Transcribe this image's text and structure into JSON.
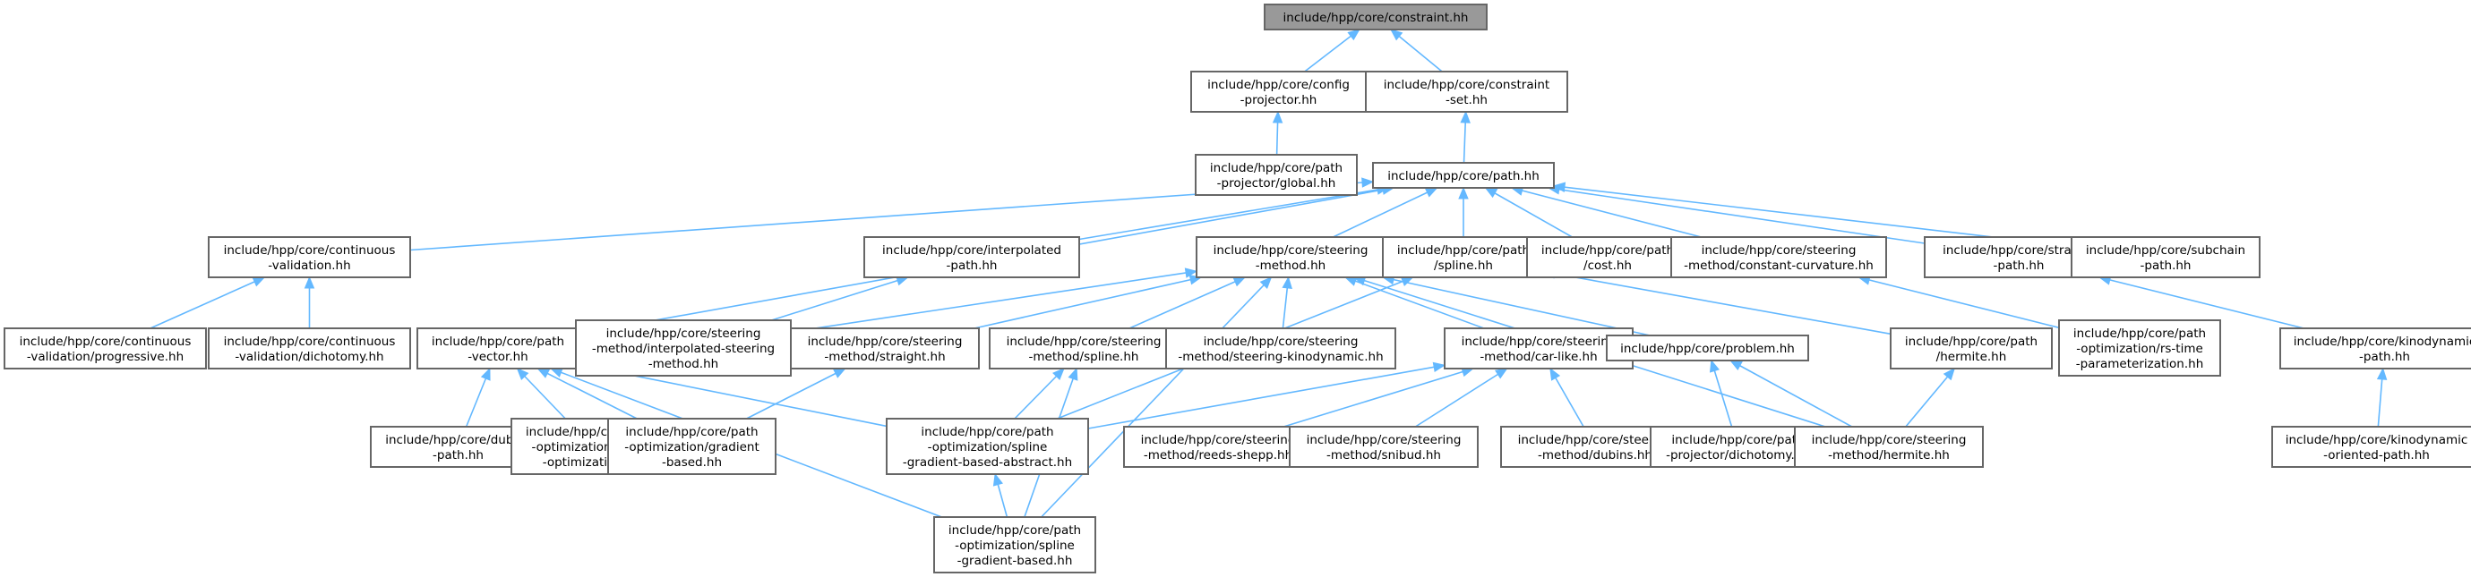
{
  "diagram": {
    "title": "include/hpp/core/constraint.hh",
    "colors": {
      "edge": "#63b8ff",
      "node_border": "#666666",
      "root_fill": "#999999",
      "node_fill": "#ffffff"
    },
    "nodes": [
      {
        "id": "constraint",
        "lines": [
          "include/hpp/core/constraint.hh"
        ],
        "root": true
      },
      {
        "id": "config-projector",
        "lines": [
          "include/hpp/core/config",
          "-projector.hh"
        ]
      },
      {
        "id": "constraint-set",
        "lines": [
          "include/hpp/core/constraint",
          "-set.hh"
        ]
      },
      {
        "id": "path-projector-global",
        "lines": [
          "include/hpp/core/path",
          "-projector/global.hh"
        ]
      },
      {
        "id": "path",
        "lines": [
          "include/hpp/core/path.hh"
        ]
      },
      {
        "id": "continuous-validation",
        "lines": [
          "include/hpp/core/continuous",
          "-validation.hh"
        ]
      },
      {
        "id": "interpolated-path",
        "lines": [
          "include/hpp/core/interpolated",
          "-path.hh"
        ]
      },
      {
        "id": "steering-method",
        "lines": [
          "include/hpp/core/steering",
          "-method.hh"
        ]
      },
      {
        "id": "path-spline",
        "lines": [
          "include/hpp/core/path",
          "/spline.hh"
        ]
      },
      {
        "id": "path-cost",
        "lines": [
          "include/hpp/core/path",
          "/cost.hh"
        ]
      },
      {
        "id": "sm-constant-curvature",
        "lines": [
          "include/hpp/core/steering",
          "-method/constant-curvature.hh"
        ]
      },
      {
        "id": "straight-path",
        "lines": [
          "include/hpp/core/straight",
          "-path.hh"
        ]
      },
      {
        "id": "subchain-path",
        "lines": [
          "include/hpp/core/subchain",
          "-path.hh"
        ]
      },
      {
        "id": "cv-progressive",
        "lines": [
          "include/hpp/core/continuous",
          "-validation/progressive.hh"
        ]
      },
      {
        "id": "cv-dichotomy",
        "lines": [
          "include/hpp/core/continuous",
          "-validation/dichotomy.hh"
        ]
      },
      {
        "id": "path-vector",
        "lines": [
          "include/hpp/core/path",
          "-vector.hh"
        ]
      },
      {
        "id": "sm-interpolated",
        "lines": [
          "include/hpp/core/steering",
          "-method/interpolated-steering",
          "-method.hh"
        ]
      },
      {
        "id": "sm-straight",
        "lines": [
          "include/hpp/core/steering",
          "-method/straight.hh"
        ]
      },
      {
        "id": "sm-spline",
        "lines": [
          "include/hpp/core/steering",
          "-method/spline.hh"
        ]
      },
      {
        "id": "sm-kinodynamic",
        "lines": [
          "include/hpp/core/steering",
          "-method/steering-kinodynamic.hh"
        ]
      },
      {
        "id": "sm-car-like",
        "lines": [
          "include/hpp/core/steering",
          "-method/car-like.hh"
        ]
      },
      {
        "id": "problem",
        "lines": [
          "include/hpp/core/problem.hh"
        ]
      },
      {
        "id": "path-hermite",
        "lines": [
          "include/hpp/core/path",
          "/hermite.hh"
        ]
      },
      {
        "id": "po-rs-time",
        "lines": [
          "include/hpp/core/path",
          "-optimization/rs-time",
          "-parameterization.hh"
        ]
      },
      {
        "id": "kinodynamic-path",
        "lines": [
          "include/hpp/core/kinodynamic",
          "-path.hh"
        ]
      },
      {
        "id": "dubins-path",
        "lines": [
          "include/hpp/core/dubins",
          "-path.hh"
        ]
      },
      {
        "id": "po-config",
        "lines": [
          "include/hpp/core/path",
          "-optimization/config",
          "-optimization.hh"
        ]
      },
      {
        "id": "po-gradient",
        "lines": [
          "include/hpp/core/path",
          "-optimization/gradient",
          "-based.hh"
        ]
      },
      {
        "id": "po-spline-abstract",
        "lines": [
          "include/hpp/core/path",
          "-optimization/spline",
          "-gradient-based-abstract.hh"
        ]
      },
      {
        "id": "sm-reeds-shepp",
        "lines": [
          "include/hpp/core/steering",
          "-method/reeds-shepp.hh"
        ]
      },
      {
        "id": "sm-snibud",
        "lines": [
          "include/hpp/core/steering",
          "-method/snibud.hh"
        ]
      },
      {
        "id": "sm-dubins",
        "lines": [
          "include/hpp/core/steering",
          "-method/dubins.hh"
        ]
      },
      {
        "id": "pp-dichotomy",
        "lines": [
          "include/hpp/core/path",
          "-projector/dichotomy.hh"
        ]
      },
      {
        "id": "sm-hermite",
        "lines": [
          "include/hpp/core/steering",
          "-method/hermite.hh"
        ]
      },
      {
        "id": "kinodynamic-oriented-path",
        "lines": [
          "include/hpp/core/kinodynamic",
          "-oriented-path.hh"
        ]
      },
      {
        "id": "po-spline-gradient",
        "lines": [
          "include/hpp/core/path",
          "-optimization/spline",
          "-gradient-based.hh"
        ]
      }
    ],
    "edges": [
      [
        "config-projector",
        "constraint"
      ],
      [
        "constraint-set",
        "constraint"
      ],
      [
        "path-projector-global",
        "config-projector"
      ],
      [
        "path",
        "constraint-set"
      ],
      [
        "continuous-validation",
        "path"
      ],
      [
        "interpolated-path",
        "path"
      ],
      [
        "steering-method",
        "path"
      ],
      [
        "path-spline",
        "path"
      ],
      [
        "path-cost",
        "path"
      ],
      [
        "sm-constant-curvature",
        "path"
      ],
      [
        "straight-path",
        "path"
      ],
      [
        "subchain-path",
        "path"
      ],
      [
        "path-vector",
        "path"
      ],
      [
        "cv-progressive",
        "continuous-validation"
      ],
      [
        "cv-dichotomy",
        "continuous-validation"
      ],
      [
        "sm-interpolated",
        "interpolated-path"
      ],
      [
        "sm-interpolated",
        "steering-method"
      ],
      [
        "sm-straight",
        "steering-method"
      ],
      [
        "sm-spline",
        "steering-method"
      ],
      [
        "sm-kinodynamic",
        "steering-method"
      ],
      [
        "sm-car-like",
        "steering-method"
      ],
      [
        "problem",
        "steering-method"
      ],
      [
        "sm-hermite",
        "steering-method"
      ],
      [
        "po-spline-gradient",
        "steering-method"
      ],
      [
        "po-spline-abstract",
        "path-spline"
      ],
      [
        "path-hermite",
        "path-spline"
      ],
      [
        "po-rs-time",
        "sm-constant-curvature"
      ],
      [
        "kinodynamic-path",
        "straight-path"
      ],
      [
        "dubins-path",
        "path-vector"
      ],
      [
        "po-config",
        "path-vector"
      ],
      [
        "po-gradient",
        "path-vector"
      ],
      [
        "po-spline-abstract",
        "path-vector"
      ],
      [
        "po-spline-gradient",
        "path-vector"
      ],
      [
        "po-gradient",
        "sm-straight"
      ],
      [
        "po-spline-abstract",
        "sm-spline"
      ],
      [
        "po-spline-gradient",
        "sm-spline"
      ],
      [
        "po-spline-gradient",
        "po-spline-abstract"
      ],
      [
        "sm-reeds-shepp",
        "sm-car-like"
      ],
      [
        "po-spline-abstract",
        "sm-car-like"
      ],
      [
        "sm-snibud",
        "sm-car-like"
      ],
      [
        "sm-dubins",
        "sm-car-like"
      ],
      [
        "pp-dichotomy",
        "problem"
      ],
      [
        "sm-hermite",
        "problem"
      ],
      [
        "sm-hermite",
        "path-hermite"
      ],
      [
        "kinodynamic-oriented-path",
        "kinodynamic-path"
      ]
    ]
  }
}
